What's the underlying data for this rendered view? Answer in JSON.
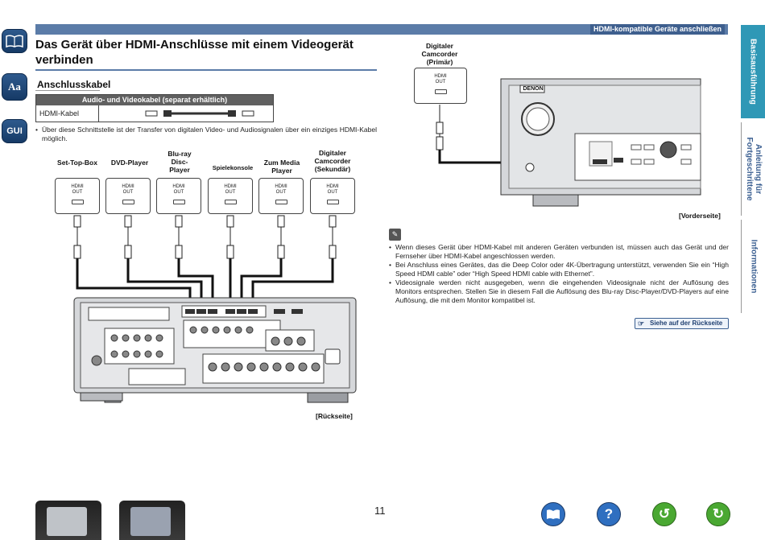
{
  "header": {
    "section_label": "HDMI-kompatible Geräte anschließen"
  },
  "left_icons": [
    {
      "label": ""
    },
    {
      "label": "Aa"
    },
    {
      "label": "GUI"
    }
  ],
  "tabs": [
    {
      "label": "Basisausführung",
      "active": true
    },
    {
      "label": "Anleitung für Fortgeschrittene",
      "active": false
    },
    {
      "label": "Informationen",
      "active": false
    }
  ],
  "page": {
    "title": "Das Gerät über HDMI-Anschlüsse mit einem Videogerät verbinden",
    "subtitle": "Anschlusskabel",
    "cable_table": {
      "header": "Audio- und Videokabel (separat erhältlich)",
      "cable_name": "HDMI-Kabel"
    },
    "intro_note": "Über diese Schnittstelle ist der Transfer von digitalen Video- und Audiosignalen über ein einziges HDMI-Kabel möglich.",
    "port_line1": "HDMI",
    "port_line2": "OUT",
    "devices": [
      {
        "label": "Set-Top-Box"
      },
      {
        "label": "DVD-Player"
      },
      {
        "label": "Blu-ray Disc-Player"
      },
      {
        "label": "Spielekonsole"
      },
      {
        "label": "Zum Media Player"
      },
      {
        "label": "Digitaler Camcorder (Sekundär)"
      }
    ],
    "rear_caption": "[Rückseite]",
    "camcorder_primary": "Digitaler Camcorder (Primär)",
    "front_caption": "[Vorderseite]",
    "brand": "DENON",
    "tips": [
      "Wenn dieses Gerät über HDMI-Kabel mit anderen Geräten verbunden ist, müssen auch das Gerät und der Fernseher über HDMI-Kabel angeschlossen werden.",
      "Bei Anschluss eines Gerätes, das die Deep Color oder 4K-Übertragung unterstützt, verwenden Sie ein “High Speed HDMI cable” oder “High Speed HDMI cable with Ethernet”.",
      "Videosignale werden nicht ausgegeben, wenn die eingehenden Videosignale nicht der Auflösung des Monitors entsprechen. Stellen Sie in diesem Fall die Auflösung des Blu-ray Disc-Player/DVD-Players auf eine Auflösung, die mit dem Monitor kompatibel ist."
    ],
    "rear_link": "Siehe auf der Rückseite",
    "page_number": "11"
  },
  "bottom_nav": [
    {
      "icon": "book-icon"
    },
    {
      "icon": "help-icon"
    },
    {
      "icon": "back-icon"
    },
    {
      "icon": "forward-icon"
    }
  ],
  "colors": {
    "accent": "#5b7ca8",
    "tab_active": "#2f98b6",
    "nav_green": "#4aa832",
    "nav_blue": "#2f6fc0"
  }
}
